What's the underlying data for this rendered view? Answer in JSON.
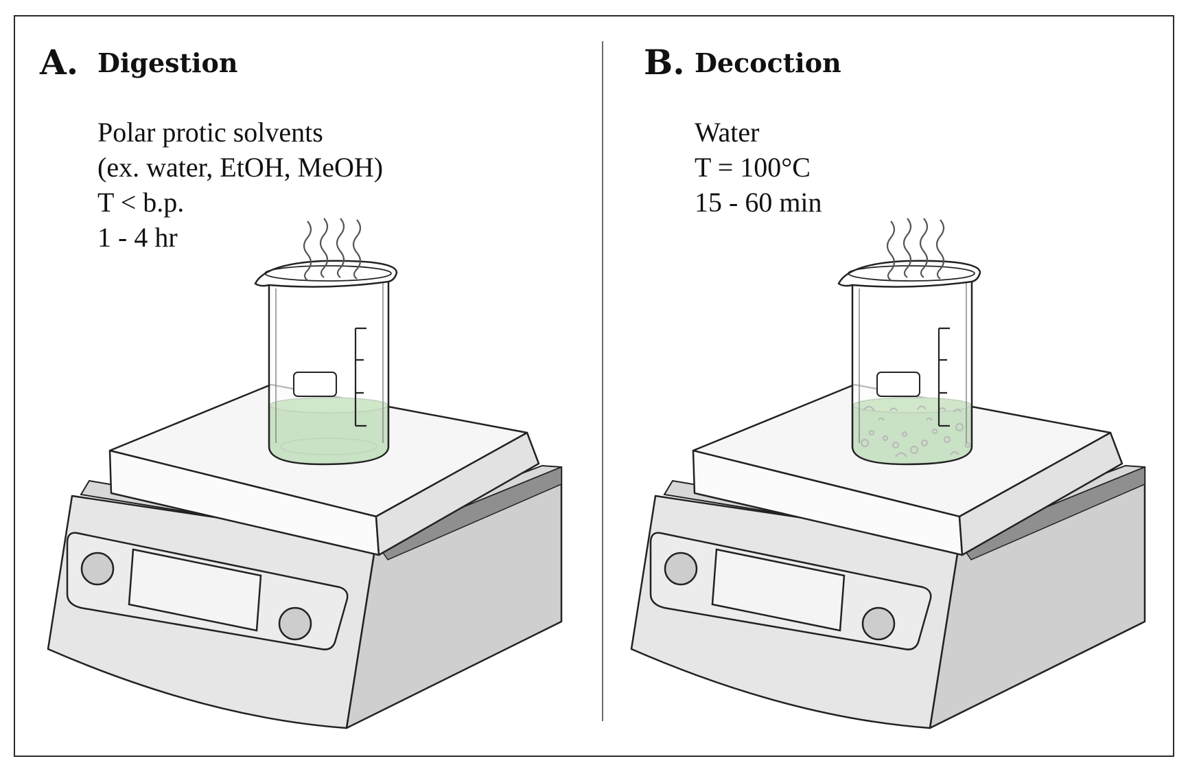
{
  "panels": [
    {
      "letter": "A.",
      "title": "Digestion",
      "conditions": [
        "Polar protic solvents",
        "(ex. water, EtOH, MeOH)",
        "T < b.p.",
        "1 - 4 hr"
      ]
    },
    {
      "letter": "B.",
      "title": "Decoction",
      "conditions": [
        "Water",
        "T = 100°C",
        "15 - 60 min"
      ]
    }
  ],
  "colors": {
    "liquid": "#4a9a3c",
    "liquid_top": "#62b04f",
    "hotplate_body": "#e6e6e6",
    "hotplate_side": "#cfcfcf",
    "outline": "#222222"
  }
}
